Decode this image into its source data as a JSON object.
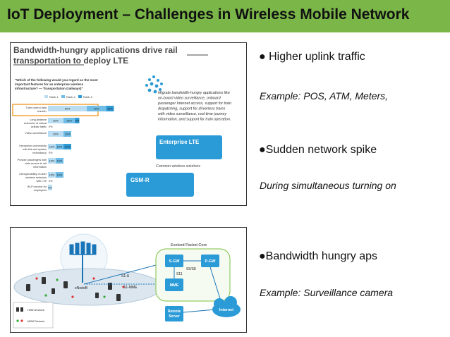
{
  "slide": {
    "title": "IoT Deployment – Challenges in Wireless Mobile Network"
  },
  "figure_top": {
    "headline_1": "Bandwidth-hungry applications drive rail",
    "headline_2": "transportation to deploy LTE",
    "question_1": "\"Which of the following would you regard as the most",
    "question_2": "important features for an enterprise wireless",
    "question_3": "infrastructure? — Transportation (railways)\"",
    "legend": [
      "Rank 1",
      "Rank 2",
      "Rank 3"
    ],
    "rows": [
      {
        "label": [
          "Train control data",
          "transfer"
        ],
        "values": [
          "50%",
          "25%",
          "10%"
        ]
      },
      {
        "label": [
          "Long-distance",
          "extension of critical",
          "cellular traffic"
        ],
        "values": [
          "20%",
          "15%",
          "5%"
        ]
      },
      {
        "label": [
          "Video surveillance"
        ],
        "values": [
          "20%",
          "10%"
        ]
      },
      {
        "label": [
          "Interaction connectivity",
          "with link and system",
          "redundancy"
        ],
        "values": [
          "10%",
          "10%",
          "10%"
        ]
      },
      {
        "label": [
          "Provide passengers with",
          "data access to rail",
          "information"
        ],
        "values": [
          "10%",
          "10%"
        ]
      },
      {
        "label": [
          "Interoperability of older",
          "wireless networks",
          "with LTE"
        ],
        "values": [
          "10%",
          "10%"
        ]
      },
      {
        "label": [
          "Wi-Fi service for",
          "employees"
        ],
        "values": [
          "5%"
        ]
      }
    ],
    "small_values": [
      "0%",
      "0%",
      "0%"
    ],
    "description": [
      "Migrate bandwidth-hungry applications like",
      "on-board video surveillance, onboard",
      "passenger Internet access, support for train",
      "dispatching, support for driverless trains",
      "with video surveillance, real-time journey",
      "information, and support for train operation."
    ],
    "enterprise_lte": "Enterprise LTE",
    "common_solutions": "Common wireless solutions",
    "gsm_r": "GSM-R"
  },
  "figure_bottom": {
    "evolved_packet_core": "Evolved Packet Core",
    "sgw": "S-GW",
    "pgw": "P-GW",
    "mme": "MME",
    "s5s8": "S5/S8",
    "s11": "S11",
    "s1u": "S1-U",
    "s1mme": "S1-MME",
    "enodeb": "eNodeB",
    "internet": "Internet",
    "remote_server": [
      "Remote",
      "Server"
    ],
    "legend_h2m": "H2M Devices",
    "legend_m2m": "M2M Devices"
  },
  "bullets": [
    {
      "text": "● Higher uplink traffic",
      "example": "Example: POS, ATM, Meters,"
    },
    {
      "text": "●Sudden network spike",
      "example": "During simultaneous turning on"
    },
    {
      "text": "●Bandwidth hungry aps",
      "example": "Example: Surveillance camera"
    }
  ],
  "colors": {
    "title_bar": "#7ab648",
    "rank1": "#b8ddf2",
    "rank2": "#6fbde6",
    "rank3": "#2d9ad6",
    "lte_box": "#2b9bd8",
    "epc_green": "#7cc242",
    "link_blue": "#1a75b8"
  }
}
